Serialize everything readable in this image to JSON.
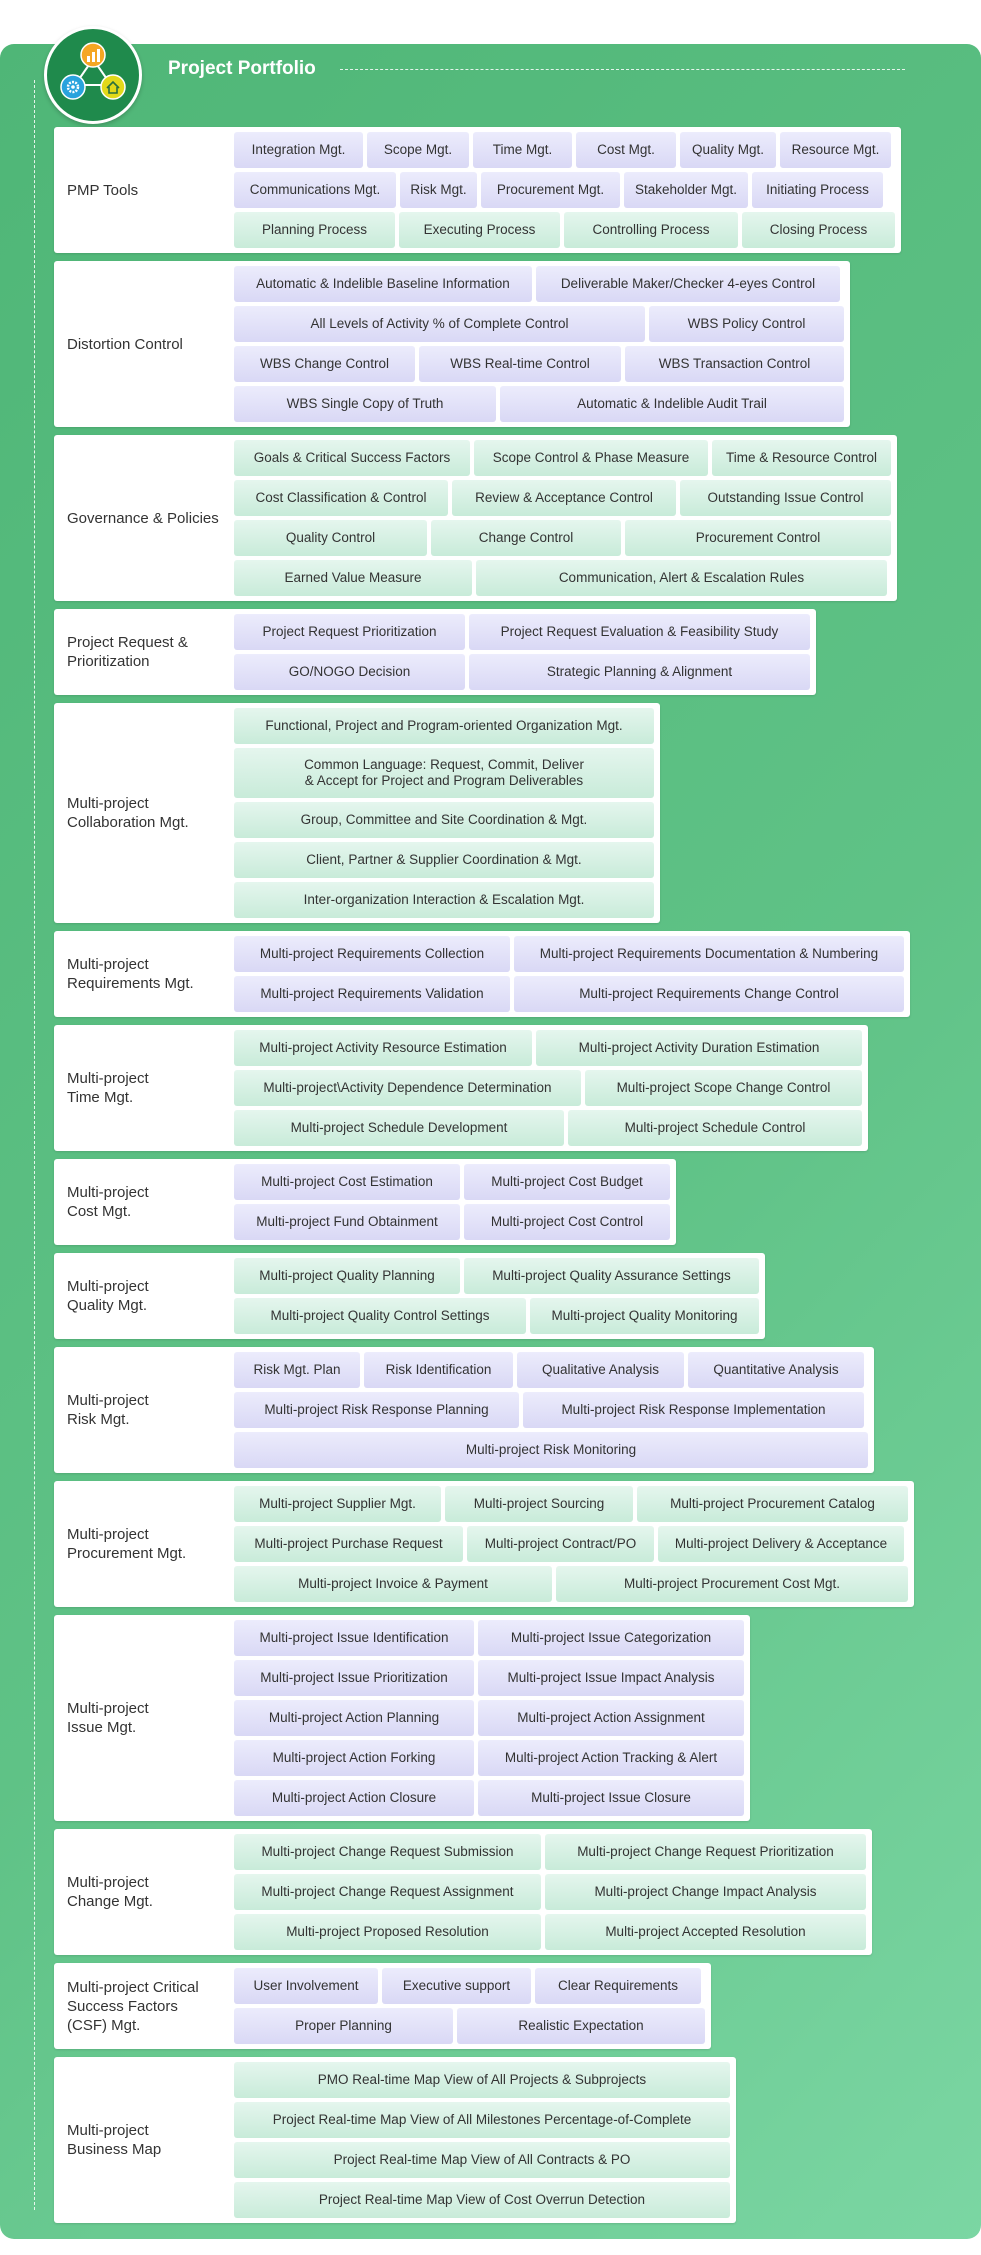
{
  "header": {
    "title": "Project Portfolio"
  },
  "logo": {
    "icons": [
      "chart-icon",
      "gear-icon",
      "home-icon"
    ],
    "colors": [
      "#f5a623",
      "#29a3dd",
      "#e2d91a"
    ]
  },
  "sections": [
    {
      "label": "PMP Tools",
      "rows": [
        [
          [
            "Integration Mgt.",
            "p",
            129
          ],
          [
            "Scope Mgt.",
            "p",
            102
          ],
          [
            "Time Mgt.",
            "p",
            99
          ],
          [
            "Cost Mgt.",
            "p",
            100
          ],
          [
            "Quality Mgt.",
            "p",
            96
          ],
          [
            "Resource Mgt.",
            "p",
            111
          ]
        ],
        [
          [
            "Communications Mgt.",
            "p",
            162
          ],
          [
            "Risk Mgt.",
            "p",
            77
          ],
          [
            "Procurement Mgt.",
            "p",
            139
          ],
          [
            "Stakeholder Mgt.",
            "p",
            124
          ],
          [
            "Initiating Process",
            "p",
            131
          ]
        ],
        [
          [
            "Planning Process",
            "g",
            161
          ],
          [
            "Executing Process",
            "g",
            161
          ],
          [
            "Controlling Process",
            "g",
            174
          ],
          [
            "Closing Process",
            "g",
            153
          ]
        ]
      ]
    },
    {
      "label": "Distortion Control",
      "rows": [
        [
          [
            "Automatic & Indelible Baseline Information",
            "p",
            298
          ],
          [
            "Deliverable Maker/Checker 4-eyes Control",
            "p",
            304
          ]
        ],
        [
          [
            "All Levels of Activity % of Complete Control",
            "p",
            411
          ],
          [
            "WBS Policy Control",
            "p",
            195
          ]
        ],
        [
          [
            "WBS Change Control",
            "p",
            181
          ],
          [
            "WBS Real-time Control",
            "p",
            202
          ],
          [
            "WBS Transaction Control",
            "p",
            219
          ]
        ],
        [
          [
            "WBS Single Copy of Truth",
            "p",
            262
          ],
          [
            "Automatic & Indelible Audit Trail",
            "p",
            344
          ]
        ]
      ]
    },
    {
      "label": "Governance & Policies",
      "rows": [
        [
          [
            "Goals & Critical Success Factors",
            "g",
            236
          ],
          [
            "Scope Control & Phase Measure",
            "g",
            234
          ],
          [
            "Time & Resource Control",
            "g",
            179
          ]
        ],
        [
          [
            "Cost Classification & Control",
            "g",
            214
          ],
          [
            "Review & Acceptance Control",
            "g",
            224
          ],
          [
            "Outstanding Issue Control",
            "g",
            211
          ]
        ],
        [
          [
            "Quality Control",
            "g",
            193
          ],
          [
            "Change Control",
            "g",
            190
          ],
          [
            "Procurement Control",
            "g",
            266
          ]
        ],
        [
          [
            "Earned Value Measure",
            "g",
            238
          ],
          [
            "Communication, Alert & Escalation Rules",
            "g",
            411
          ]
        ]
      ]
    },
    {
      "label": "Project Request &\nPrioritization",
      "rows": [
        [
          [
            "Project Request Prioritization",
            "p",
            231
          ],
          [
            "Project Request Evaluation & Feasibility Study",
            "p",
            341
          ]
        ],
        [
          [
            "GO/NOGO Decision",
            "p",
            231
          ],
          [
            "Strategic Planning & Alignment",
            "p",
            341
          ]
        ]
      ]
    },
    {
      "label": "Multi-project\nCollaboration Mgt.",
      "rows": [
        [
          [
            "Functional, Project and Program-oriented Organization Mgt.",
            "g",
            420
          ]
        ],
        [
          [
            "Common Language: Request, Commit, Deliver\n& Accept for Project and Program Deliverables",
            "g",
            420,
            "tall"
          ]
        ],
        [
          [
            "Group, Committee and Site Coordination & Mgt.",
            "g",
            420
          ]
        ],
        [
          [
            "Client, Partner & Supplier Coordination & Mgt.",
            "g",
            420
          ]
        ],
        [
          [
            "Inter-organization Interaction & Escalation Mgt.",
            "g",
            420
          ]
        ]
      ]
    },
    {
      "label": "Multi-project\nRequirements Mgt.",
      "rows": [
        [
          [
            "Multi-project Requirements Collection",
            "p",
            276
          ],
          [
            "Multi-project Requirements Documentation & Numbering",
            "p",
            390
          ]
        ],
        [
          [
            "Multi-project Requirements Validation",
            "p",
            276
          ],
          [
            "Multi-project Requirements Change Control",
            "p",
            390
          ]
        ]
      ]
    },
    {
      "label": "Multi-project\nTime Mgt.",
      "rows": [
        [
          [
            "Multi-project Activity Resource Estimation",
            "g",
            298
          ],
          [
            "Multi-project Activity Duration Estimation",
            "g",
            326
          ]
        ],
        [
          [
            "Multi-project\\Activity Dependence Determination",
            "g",
            347
          ],
          [
            "Multi-project Scope Change Control",
            "g",
            277
          ]
        ],
        [
          [
            "Multi-project Schedule Development",
            "g",
            330
          ],
          [
            "Multi-project Schedule Control",
            "g",
            294
          ]
        ]
      ]
    },
    {
      "label": "Multi-project\nCost  Mgt.",
      "rows": [
        [
          [
            "Multi-project Cost Estimation",
            "p",
            226
          ],
          [
            "Multi-project Cost Budget",
            "p",
            206
          ]
        ],
        [
          [
            "Multi-project Fund Obtainment",
            "p",
            226
          ],
          [
            "Multi-project Cost Control",
            "p",
            206
          ]
        ]
      ]
    },
    {
      "label": "Multi-project\nQuality Mgt.",
      "rows": [
        [
          [
            "Multi-project Quality Planning",
            "g",
            226
          ],
          [
            "Multi-project Quality Assurance Settings",
            "g",
            295
          ]
        ],
        [
          [
            "Multi-project Quality Control Settings",
            "g",
            292
          ],
          [
            "Multi-project Quality Monitoring",
            "g",
            229
          ]
        ]
      ]
    },
    {
      "label": "Multi-project\nRisk Mgt.",
      "rows": [
        [
          [
            "Risk Mgt. Plan",
            "p",
            126
          ],
          [
            "Risk Identification",
            "p",
            149
          ],
          [
            "Qualitative Analysis",
            "p",
            167
          ],
          [
            "Quantitative Analysis",
            "p",
            176
          ]
        ],
        [
          [
            "Multi-project Risk Response Planning",
            "p",
            285
          ],
          [
            "Multi-project Risk Response Implementation",
            "p",
            341
          ]
        ],
        [
          [
            "Multi-project Risk Monitoring",
            "p",
            634
          ]
        ]
      ]
    },
    {
      "label": "Multi-project\nProcurement Mgt.",
      "rows": [
        [
          [
            "Multi-project Supplier Mgt.",
            "g",
            207
          ],
          [
            "Multi-project Sourcing",
            "g",
            188
          ],
          [
            "Multi-project Procurement Catalog",
            "g",
            271
          ]
        ],
        [
          [
            "Multi-project Purchase Request",
            "g",
            229
          ],
          [
            "Multi-project Contract/PO",
            "g",
            187
          ],
          [
            "Multi-project Delivery & Acceptance",
            "g",
            246
          ]
        ],
        [
          [
            "Multi-project Invoice & Payment",
            "g",
            318
          ],
          [
            "Multi-project Procurement Cost Mgt.",
            "g",
            352
          ]
        ]
      ]
    },
    {
      "label": "Multi-project\nIssue Mgt.",
      "rows": [
        [
          [
            "Multi-project Issue Identification",
            "p",
            240
          ],
          [
            "Multi-project Issue Categorization",
            "p",
            266
          ]
        ],
        [
          [
            "Multi-project Issue Prioritization",
            "p",
            240
          ],
          [
            "Multi-project Issue Impact Analysis",
            "p",
            266
          ]
        ],
        [
          [
            "Multi-project Action Planning",
            "p",
            240
          ],
          [
            "Multi-project Action Assignment",
            "p",
            266
          ]
        ],
        [
          [
            "Multi-project Action Forking",
            "p",
            240
          ],
          [
            "Multi-project Action Tracking & Alert",
            "p",
            266
          ]
        ],
        [
          [
            "Multi-project Action Closure",
            "p",
            240
          ],
          [
            "Multi-project Issue Closure",
            "p",
            266
          ]
        ]
      ]
    },
    {
      "label": "Multi-project\nChange  Mgt.",
      "rows": [
        [
          [
            "Multi-project Change Request Submission",
            "g",
            307
          ],
          [
            "Multi-project Change Request Prioritization",
            "g",
            321
          ]
        ],
        [
          [
            "Multi-project Change Request Assignment",
            "g",
            307
          ],
          [
            "Multi-project Change Impact Analysis",
            "g",
            321
          ]
        ],
        [
          [
            "Multi-project Proposed Resolution",
            "g",
            307
          ],
          [
            "Multi-project Accepted Resolution",
            "g",
            321
          ]
        ]
      ]
    },
    {
      "label": "Multi-project Critical\nSuccess Factors\n(CSF) Mgt.",
      "rows": [
        [
          [
            "User Involvement",
            "p",
            144
          ],
          [
            "Executive support",
            "p",
            149
          ],
          [
            "Clear Requirements",
            "p",
            166
          ]
        ],
        [
          [
            "Proper Planning",
            "p",
            219
          ],
          [
            "Realistic Expectation",
            "p",
            248
          ]
        ]
      ]
    },
    {
      "label": "Multi-project\nBusiness Map",
      "rows": [
        [
          [
            "PMO Real-time Map View of All Projects & Subprojects",
            "g",
            496
          ]
        ],
        [
          [
            "Project Real-time Map View of All Milestones Percentage-of-Complete",
            "g",
            496
          ]
        ],
        [
          [
            "Project Real-time Map View of All Contracts & PO",
            "g",
            496
          ]
        ],
        [
          [
            "Project Real-time Map View of Cost Overrun Detection",
            "g",
            496
          ]
        ]
      ]
    }
  ]
}
